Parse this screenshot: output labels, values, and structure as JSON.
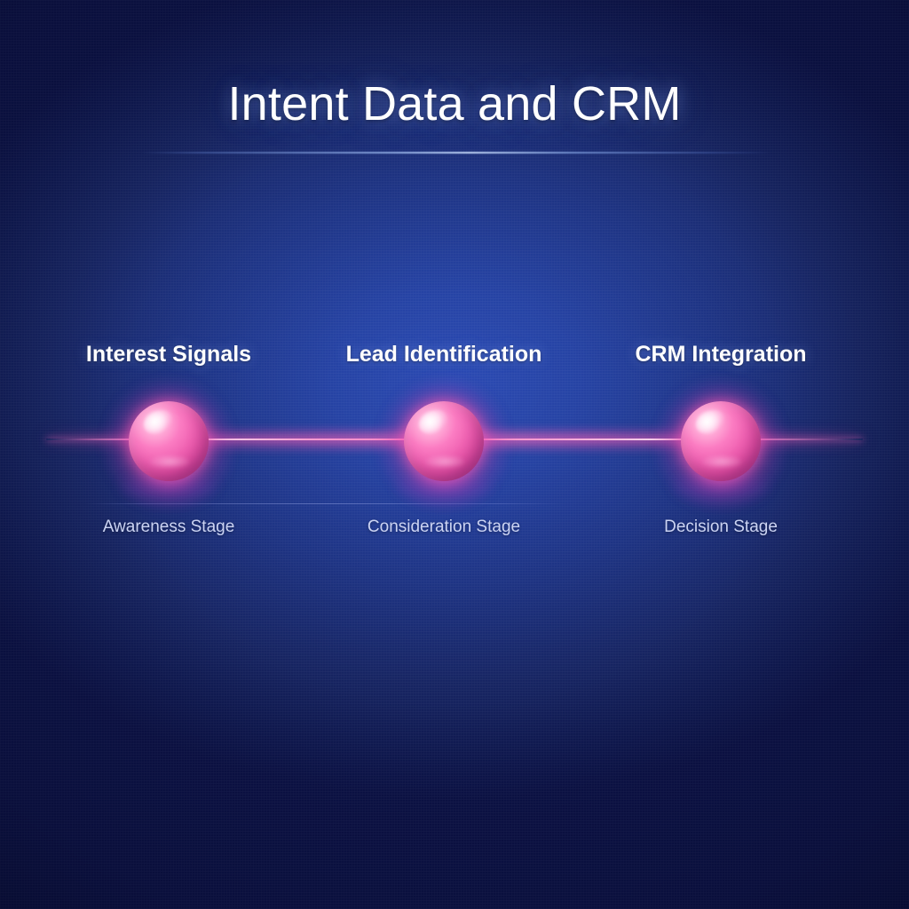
{
  "header": {
    "title": "Intent Data and CRM"
  },
  "colors": {
    "background_dark": "#0c1246",
    "background_mid": "#1e3484",
    "background_center": "#2c4bb4",
    "orb_pink": "#f062b2",
    "orb_highlight": "#ffffff",
    "connector_pink": "#ff86c6",
    "title_text": "#ffffff",
    "stage_text": "#ccd4f3"
  },
  "diagram": {
    "type": "horizontal-timeline",
    "node_count": 3,
    "nodes": [
      {
        "title": "Interest Signals",
        "stage": "Awareness Stage",
        "marker": "pink-sphere-node",
        "order": 1
      },
      {
        "title": "Lead Identification",
        "stage": "Consideration Stage",
        "marker": "pink-sphere-node",
        "order": 2
      },
      {
        "title": "CRM Integration",
        "stage": "Decision Stage",
        "marker": "pink-sphere-node",
        "order": 3
      }
    ]
  }
}
